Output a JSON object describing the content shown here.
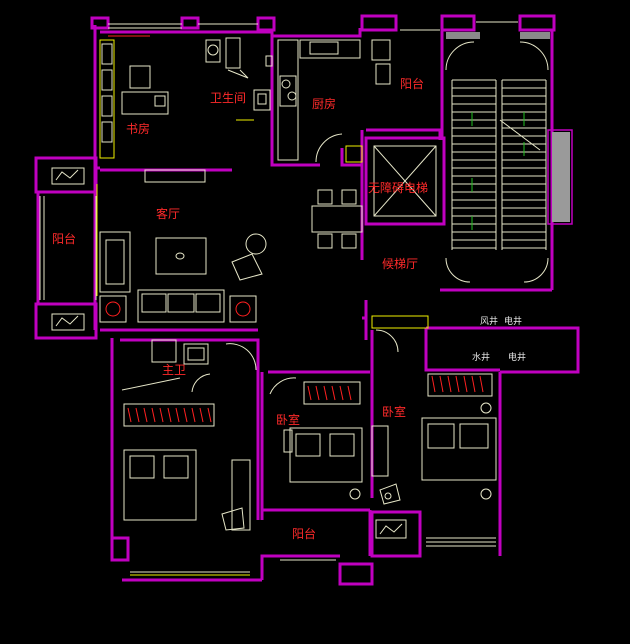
{
  "rooms": {
    "study": "书房",
    "bathroom": "卫生间",
    "kitchen": "厨房",
    "balcony_ne": "阳台",
    "living": "客厅",
    "balcony_w": "阳台",
    "elevator": "无障碍电梯",
    "elevator_hall": "候梯厅",
    "master_bath": "主卫",
    "bedroom_mid": "卧室",
    "bedroom_right": "卧室",
    "balcony_s": "阳台"
  },
  "shafts": {
    "shaft_1": "风井",
    "shaft_2": "电井",
    "shaft_3": "水井",
    "shaft_4": "电井"
  },
  "colors": {
    "wall": "#c000c0",
    "label": "#ff2a2a",
    "furniture": "#e6e6c8",
    "window": "#00d0d0"
  }
}
